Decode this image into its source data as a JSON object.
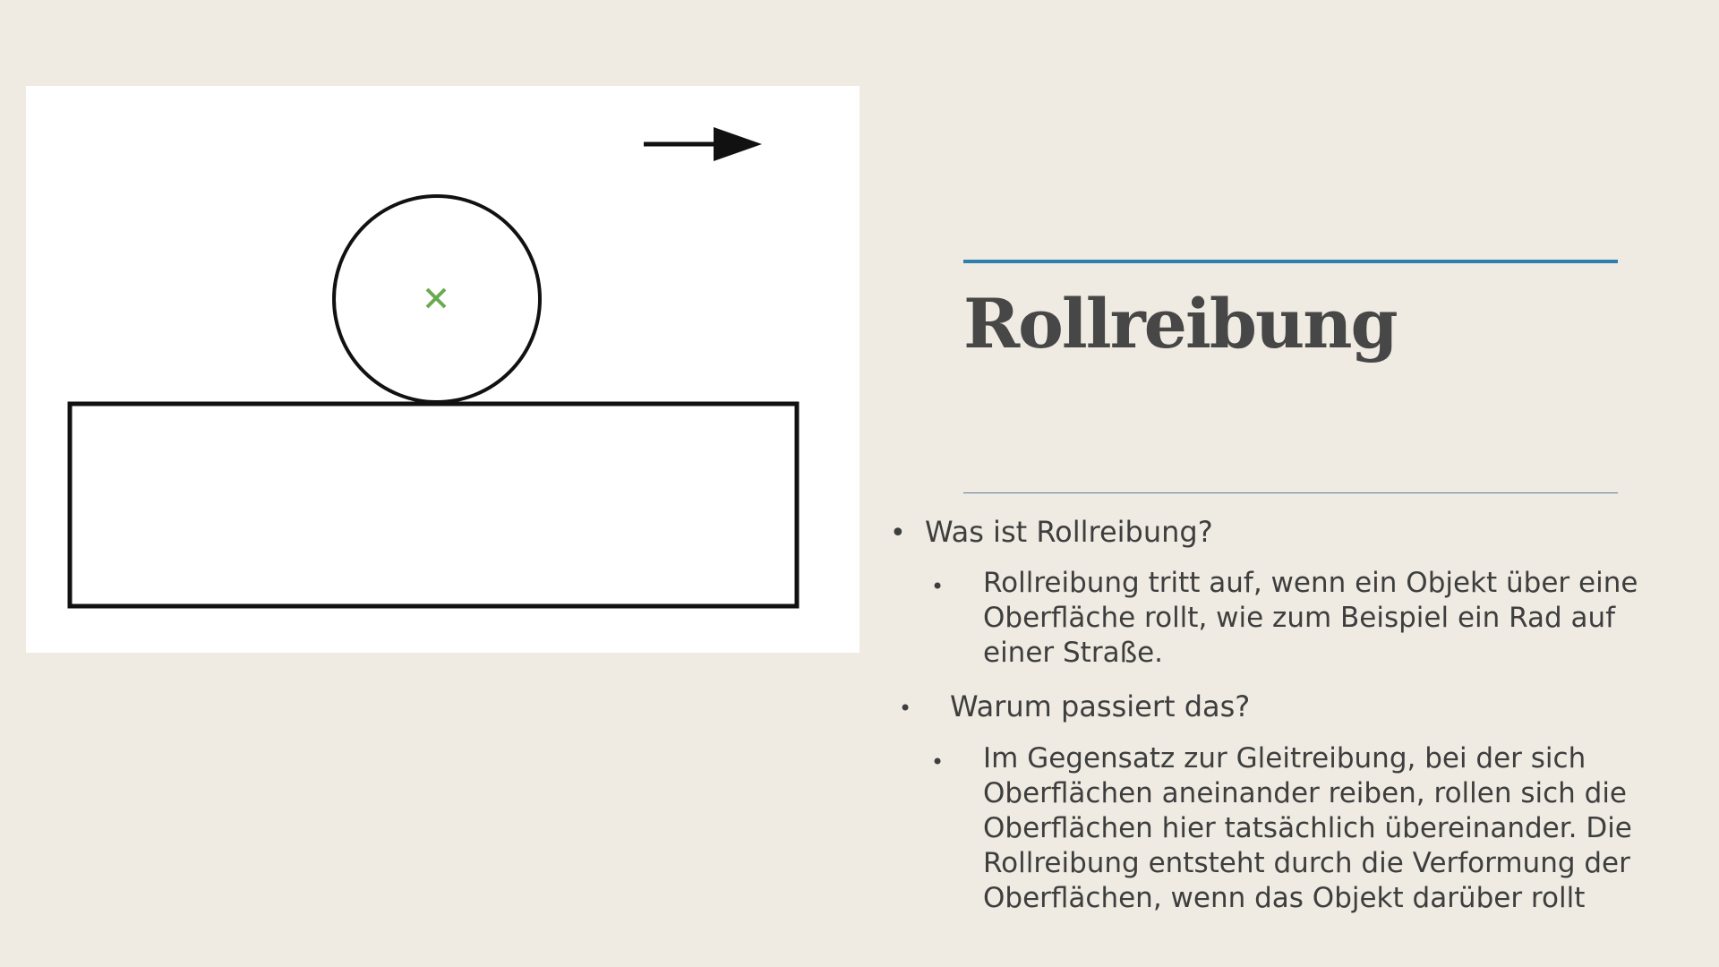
{
  "slide": {
    "title": "Rollreibung",
    "illustration": {
      "description_icon": "rolling-wheel-diagram",
      "center_mark_color": "#6aaa4f",
      "stroke_color": "#111111"
    },
    "accent_color": "#2f7fae",
    "bullets": [
      {
        "level": 1,
        "text": "Was ist Rollreibung?"
      },
      {
        "level": 2,
        "lines": [
          "Rollreibung tritt auf, wenn ein Objekt über eine",
          "Oberfläche rollt, wie zum Beispiel ein Rad auf",
          "einer Straße."
        ]
      },
      {
        "level": 1,
        "text": "Warum passiert das?"
      },
      {
        "level": 2,
        "lines": [
          "Im Gegensatz zur Gleitreibung, bei der sich",
          "Oberflächen aneinander reiben, rollen sich die",
          "Oberflächen hier tatsächlich übereinander. Die",
          "Rollreibung entsteht durch die Verformung der",
          "Oberflächen, wenn das Objekt darüber rollt"
        ]
      }
    ],
    "bullet_glyph": "•"
  }
}
